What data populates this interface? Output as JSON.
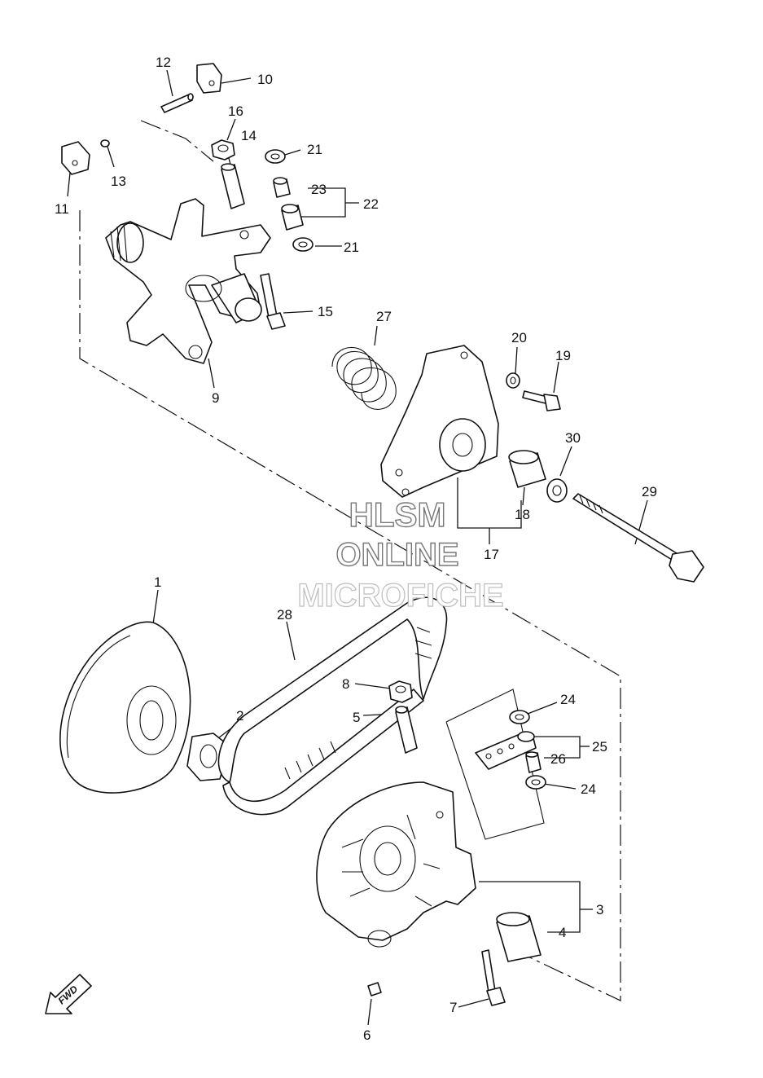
{
  "watermark": {
    "line1": "HLSM",
    "line2": "ONLINE",
    "line3": "MICROFICHE"
  },
  "fwd_label": "FWD",
  "callouts": [
    {
      "id": "c12",
      "text": "12"
    },
    {
      "id": "c10",
      "text": "10"
    },
    {
      "id": "c16",
      "text": "16"
    },
    {
      "id": "c14",
      "text": "14"
    },
    {
      "id": "c21a",
      "text": "21"
    },
    {
      "id": "c13",
      "text": "13"
    },
    {
      "id": "c11",
      "text": "11"
    },
    {
      "id": "c23",
      "text": "23"
    },
    {
      "id": "c22",
      "text": "22"
    },
    {
      "id": "c21b",
      "text": "21"
    },
    {
      "id": "c15",
      "text": "15"
    },
    {
      "id": "c27",
      "text": "27"
    },
    {
      "id": "c9",
      "text": "9"
    },
    {
      "id": "c20",
      "text": "20"
    },
    {
      "id": "c19",
      "text": "19"
    },
    {
      "id": "c30",
      "text": "30"
    },
    {
      "id": "c29",
      "text": "29"
    },
    {
      "id": "c18",
      "text": "18"
    },
    {
      "id": "c17",
      "text": "17"
    },
    {
      "id": "c1",
      "text": "1"
    },
    {
      "id": "c28",
      "text": "28"
    },
    {
      "id": "c8",
      "text": "8"
    },
    {
      "id": "c5",
      "text": "5"
    },
    {
      "id": "c2",
      "text": "2"
    },
    {
      "id": "c24a",
      "text": "24"
    },
    {
      "id": "c25",
      "text": "25"
    },
    {
      "id": "c26",
      "text": "26"
    },
    {
      "id": "c24b",
      "text": "24"
    },
    {
      "id": "c3",
      "text": "3"
    },
    {
      "id": "c4",
      "text": "4"
    },
    {
      "id": "c7",
      "text": "7"
    },
    {
      "id": "c6",
      "text": "6"
    }
  ]
}
